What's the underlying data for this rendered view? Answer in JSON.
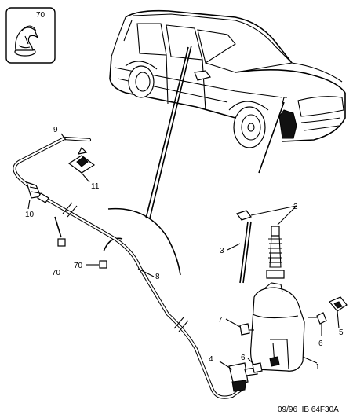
{
  "inset": {
    "label": "70"
  },
  "callouts": {
    "c1": "1",
    "c2": "2",
    "c3": "3",
    "c4": "4",
    "c5": "5",
    "c6a": "6",
    "c6b": "6",
    "c7": "7",
    "c8": "8",
    "c9": "9",
    "c10": "10",
    "c11": "11",
    "c70a": "70",
    "c70b": "70"
  },
  "footer": {
    "reference": "09/96  IB 64F30A"
  }
}
